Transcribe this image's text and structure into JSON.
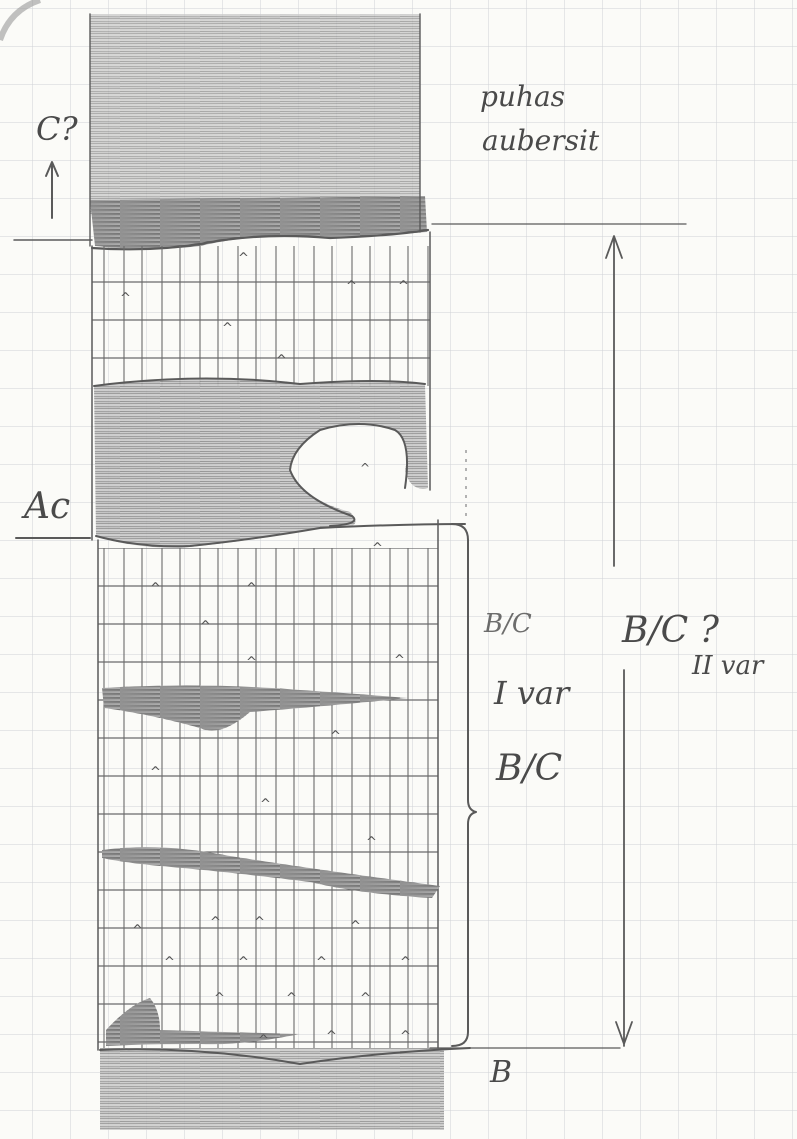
{
  "labels": {
    "top_note_line1": "puhas",
    "top_note_line2": "aubersit",
    "c_question": "C?",
    "ac_left": "Ac",
    "bc_faint": "B/C",
    "var_one": "I var",
    "bc_mid": "B/C",
    "bc_question": "B/C ?",
    "var_two": "II var",
    "b_bottom": "B"
  },
  "colors": {
    "paper": "#fbfbf8",
    "grid": "#c9ccd1",
    "pencil": "#5a5a5a",
    "shade": "#7a7a7a"
  }
}
